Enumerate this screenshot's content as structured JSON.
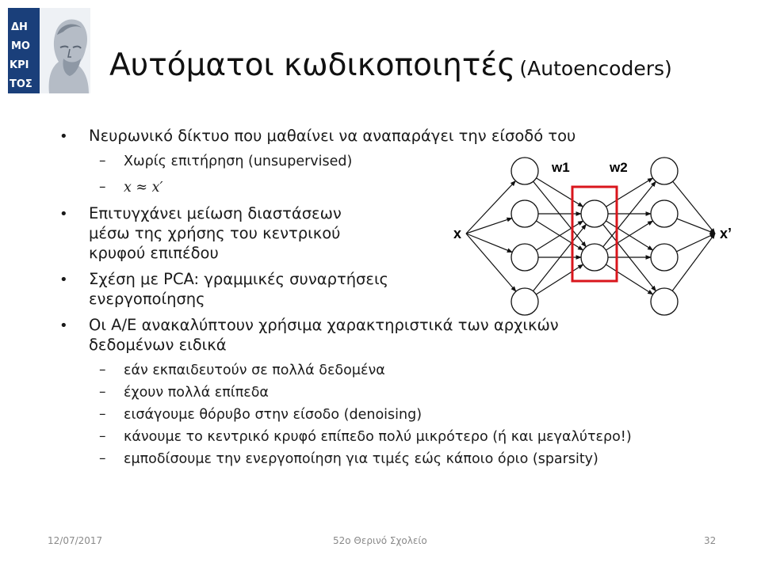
{
  "slide": {
    "title": "Αυτόματοι κωδικοποιητές",
    "title_suffix": "(Autoencoders)",
    "bullets": [
      {
        "lines": [
          "Νευρωνικό δίκτυο που μαθαίνει να αναπαράγει την είσοδό του"
        ],
        "subs": [
          "Χωρίς επιτήρηση (unsupervised)",
          "x ≈ x′"
        ]
      },
      {
        "lines": [
          "Επιτυγχάνει μείωση διαστάσεων",
          "μέσω της χρήσης του κεντρικού",
          "κρυφού επιπέδου"
        ],
        "subs": []
      },
      {
        "lines": [
          "Σχέση με PCA: γραμμικές συναρτήσεις",
          "ενεργοποίησης"
        ],
        "subs": []
      },
      {
        "lines": [
          "Οι Α/Ε ανακαλύπτουν χρήσιμα χαρακτηριστικά των αρχικών",
          "δεδομένων ειδικά"
        ],
        "subs": [
          "εάν εκπαιδευτούν σε πολλά δεδομένα",
          "έχουν πολλά επίπεδα",
          "εισάγουμε θόρυβο στην είσοδο (denoising)",
          "κάνουμε το κεντρικό κρυφό επίπεδο πολύ μικρότερο (ή και μεγαλύτερο!)",
          "εμποδίσουμε την ενεργοποίηση για τιμές εώς κάποιο όριο (sparsity)"
        ]
      }
    ]
  },
  "diagram": {
    "input_label": "x",
    "output_label": "x’",
    "weight_labels": [
      "w1",
      "w2"
    ],
    "layers": [
      4,
      2,
      4
    ],
    "highlight_color": "#d9161c"
  },
  "logo": {
    "icon": "demokritos-bust-logo",
    "lettering": [
      "ΔΗ",
      "ΜΟ",
      "ΚΡΙ",
      "ΤΟΣ"
    ],
    "color": "#1a3f7a"
  },
  "footer": {
    "date": "12/07/2017",
    "event": "52ο Θερινό Σχολείο",
    "page": "32"
  }
}
